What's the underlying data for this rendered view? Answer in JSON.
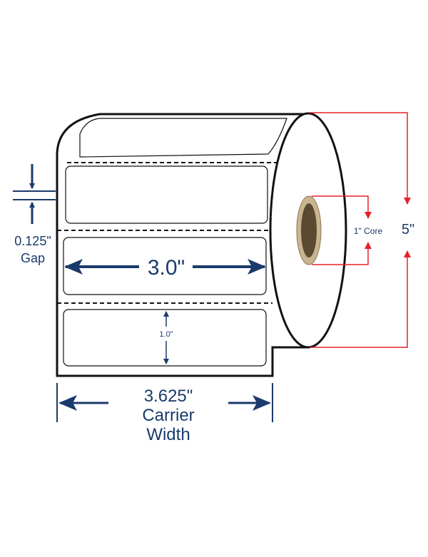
{
  "labels": {
    "gap_value": "0.125\"",
    "gap_word": "Gap",
    "label_width": "3.0\"",
    "label_height": "1.0\"",
    "carrier_value": "3.625\"",
    "carrier_word1": "Carrier",
    "carrier_word2": "Width",
    "core": "1\" Core",
    "roll_diameter": "5\""
  },
  "colors": {
    "dimension_navy": "#1a3a6b",
    "dimension_red": "#e8202a",
    "outline": "#111111",
    "core_dark": "#5a4a32",
    "core_rim": "#c9b58f"
  }
}
